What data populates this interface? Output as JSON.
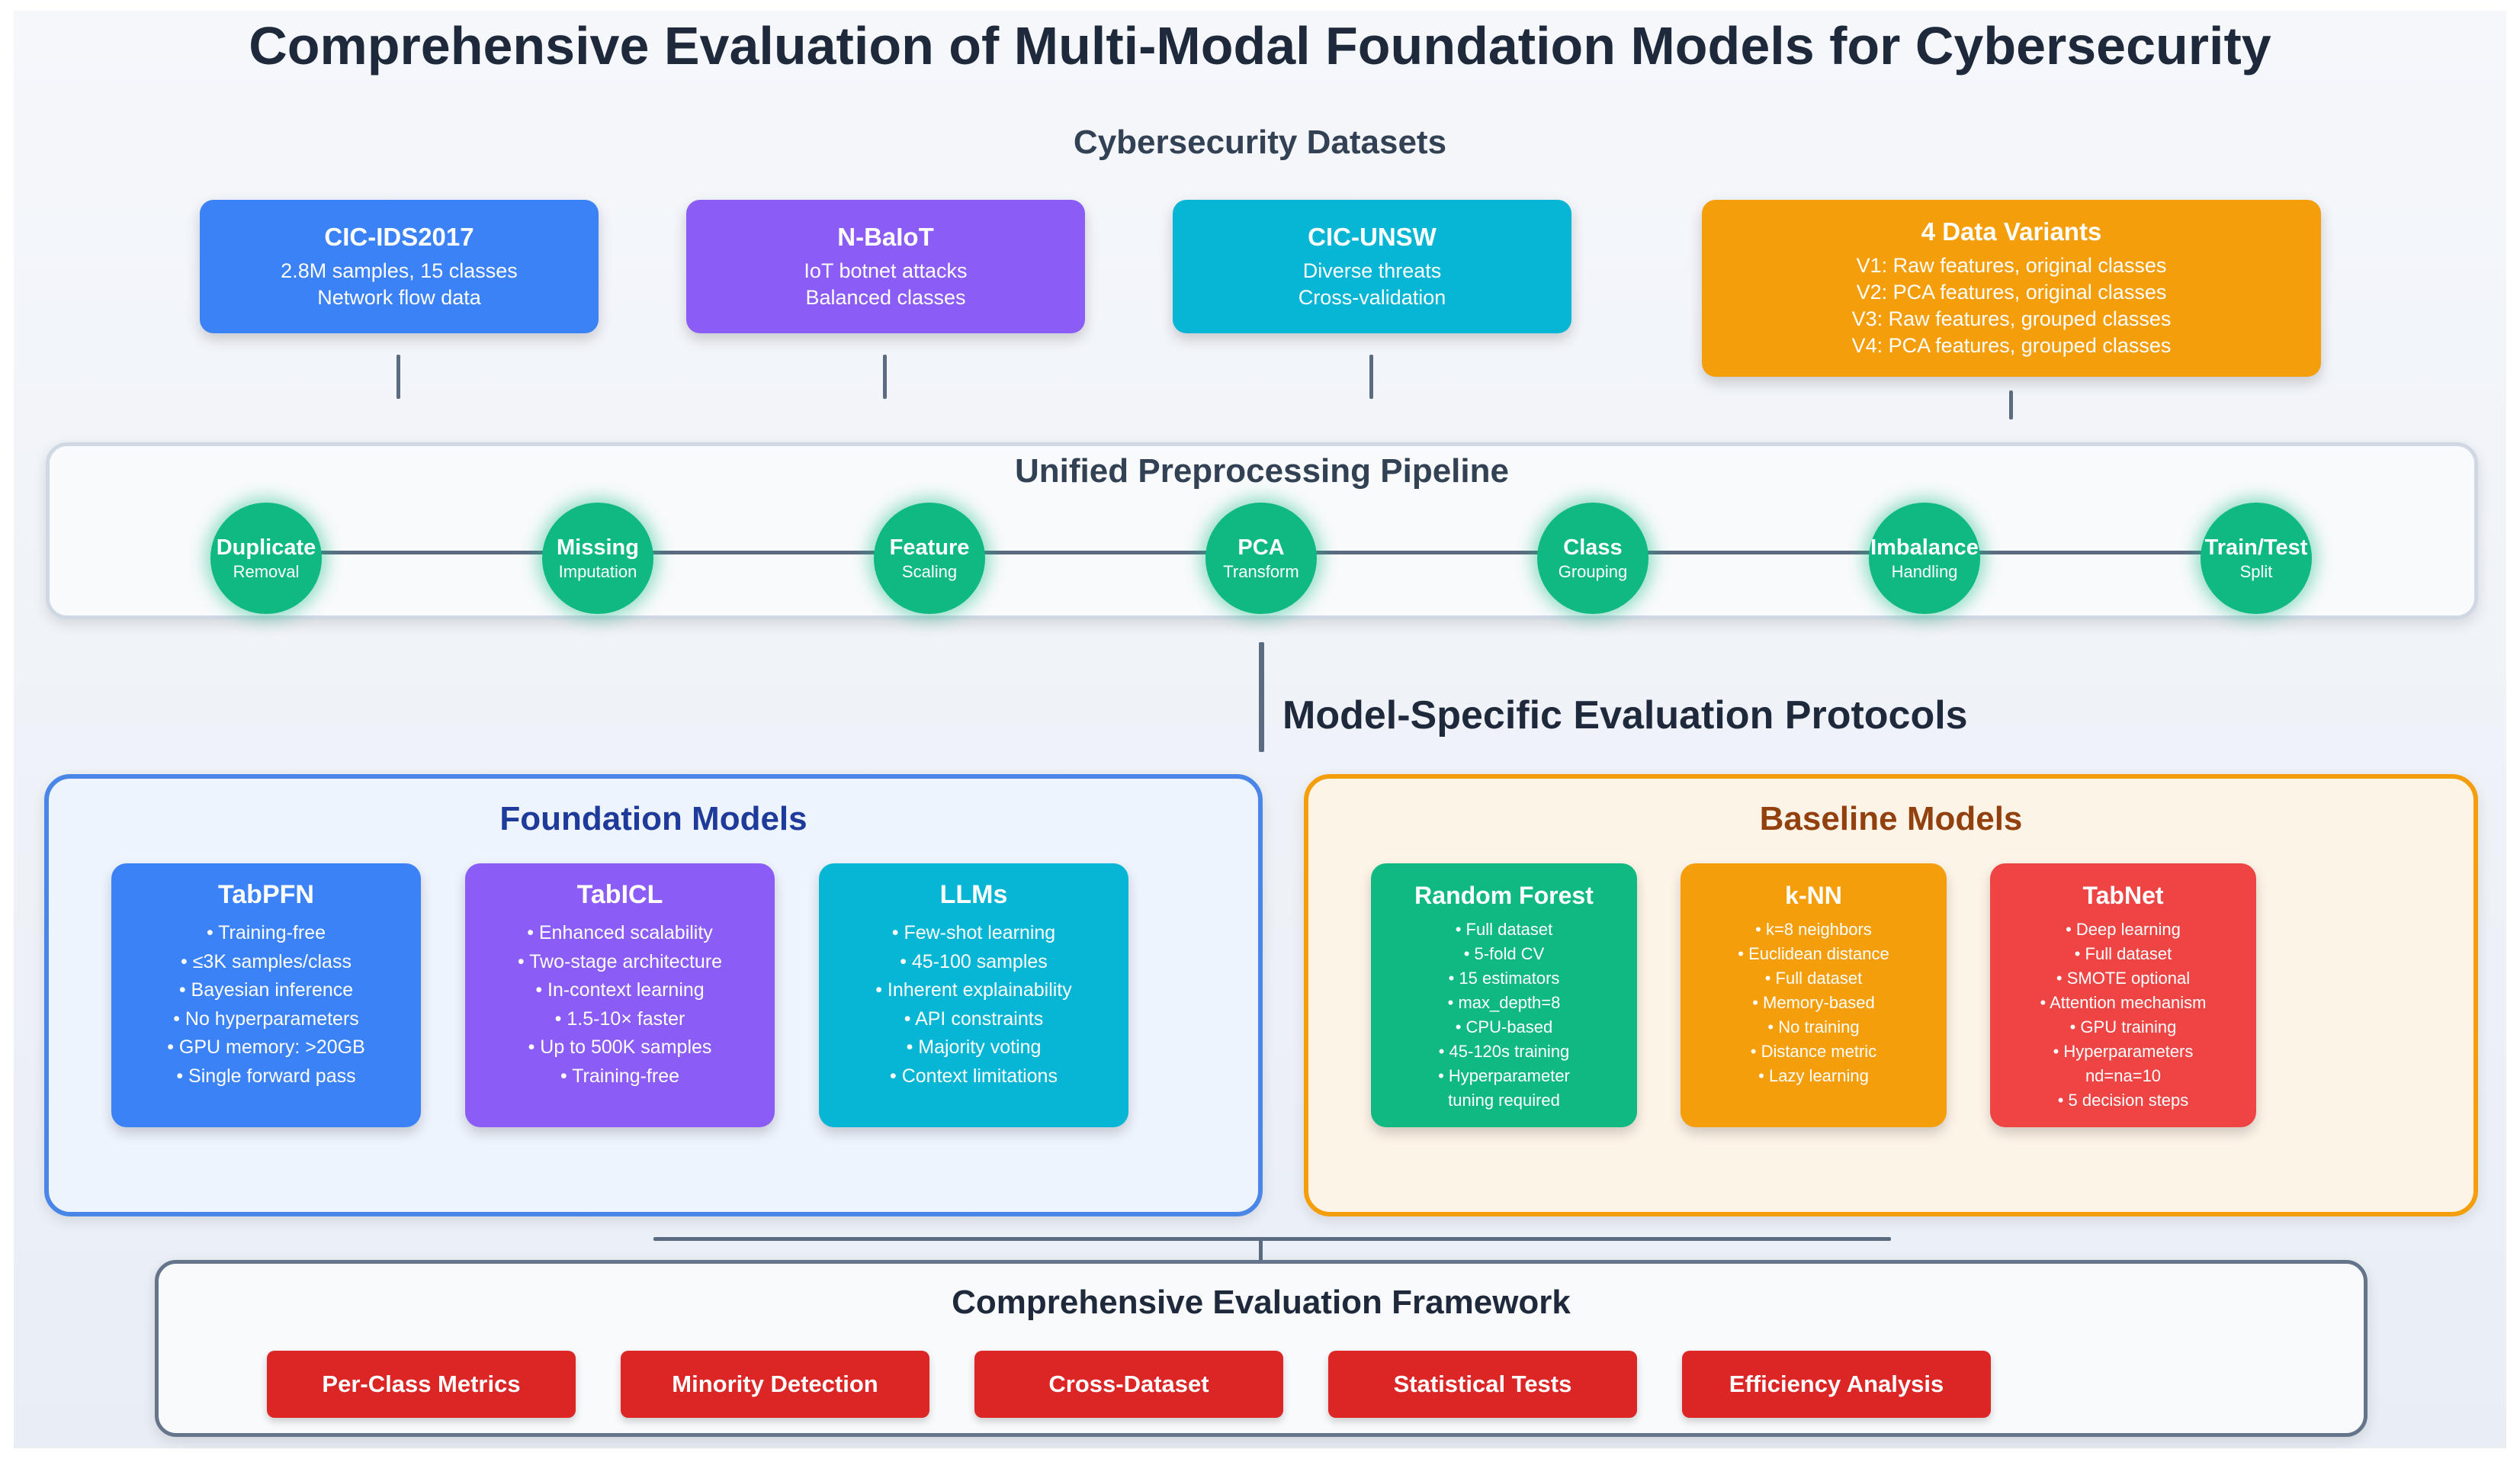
{
  "title": "Comprehensive Evaluation of Multi-Modal Foundation Models for Cybersecurity",
  "datasets_label": "Cybersecurity Datasets",
  "datasets": [
    {
      "name": "CIC-IDS2017",
      "lines": [
        "2.8M samples, 15 classes",
        "Network flow data"
      ],
      "color": "#3b82f6"
    },
    {
      "name": "N-BaIoT",
      "lines": [
        "IoT botnet attacks",
        "Balanced classes"
      ],
      "color": "#8b5cf6"
    },
    {
      "name": "CIC-UNSW",
      "lines": [
        "Diverse threats",
        "Cross-validation"
      ],
      "color": "#06b6d4"
    }
  ],
  "variants": {
    "name": "4 Data Variants",
    "lines": [
      "V1: Raw features, original classes",
      "V2: PCA features, original classes",
      "V3: Raw features, grouped classes",
      "V4: PCA features, grouped classes"
    ],
    "color": "#f59e0b"
  },
  "pipeline": {
    "title": "Unified Preprocessing Pipeline",
    "steps": [
      {
        "name": "Duplicate",
        "sub": "Removal"
      },
      {
        "name": "Missing",
        "sub": "Imputation"
      },
      {
        "name": "Feature",
        "sub": "Scaling"
      },
      {
        "name": "PCA",
        "sub": "Transform"
      },
      {
        "name": "Class",
        "sub": "Grouping"
      },
      {
        "name": "Imbalance",
        "sub": "Handling"
      },
      {
        "name": "Train/Test",
        "sub": "Split"
      }
    ]
  },
  "protocols_label": "Model-Specific Evaluation Protocols",
  "foundation": {
    "title": "Foundation Models",
    "models": [
      {
        "name": "TabPFN",
        "items": [
          "• Training-free",
          "• ≤3K samples/class",
          "• Bayesian inference",
          "• No hyperparameters",
          "• GPU memory: >20GB",
          "• Single forward pass"
        ],
        "color": "#3b82f6"
      },
      {
        "name": "TabICL",
        "items": [
          "• Enhanced scalability",
          "• Two-stage architecture",
          "• In-context learning",
          "• 1.5-10× faster",
          "• Up to 500K samples",
          "• Training-free"
        ],
        "color": "#8b5cf6"
      },
      {
        "name": "LLMs",
        "items": [
          "• Few-shot learning",
          "• 45-100 samples",
          "• Inherent explainability",
          "• API constraints",
          "• Majority voting",
          "• Context limitations"
        ],
        "color": "#06b6d4"
      }
    ]
  },
  "baseline": {
    "title": "Baseline Models",
    "models": [
      {
        "name": "Random Forest",
        "items": [
          "• Full dataset",
          "• 5-fold CV",
          "• 15 estimators",
          "• max_depth=8",
          "• CPU-based",
          "• 45-120s training",
          "• Hyperparameter",
          "tuning required"
        ],
        "color": "#10b981"
      },
      {
        "name": "k-NN",
        "items": [
          "• k=8 neighbors",
          "• Euclidean distance",
          "• Full dataset",
          "• Memory-based",
          "• No training",
          "• Distance metric",
          "• Lazy learning"
        ],
        "color": "#f59e0b"
      },
      {
        "name": "TabNet",
        "items": [
          "• Deep learning",
          "• Full dataset",
          "• SMOTE optional",
          "• Attention mechanism",
          "• GPU training",
          "• Hyperparameters",
          "nd=na=10",
          "• 5 decision steps"
        ],
        "color": "#ef4444"
      }
    ]
  },
  "evaluation": {
    "title": "Comprehensive Evaluation Framework",
    "metrics": [
      "Per-Class Metrics",
      "Minority Detection",
      "Cross-Dataset",
      "Statistical Tests",
      "Efficiency Analysis"
    ]
  }
}
